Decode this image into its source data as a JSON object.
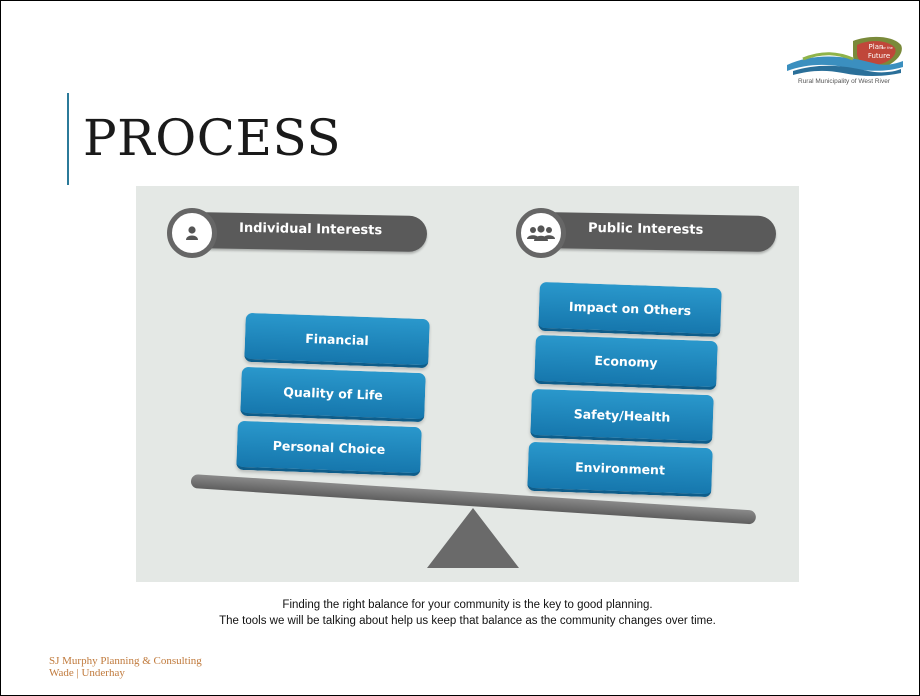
{
  "logo": {
    "line1": "Plan",
    "line2": "for the",
    "line3": "Future",
    "caption": "Rural Municipality of West River"
  },
  "title": "PROCESS",
  "left_group": {
    "header": "Individual Interests",
    "icon": "person-icon",
    "items": [
      "Financial",
      "Quality of Life",
      "Personal Choice"
    ]
  },
  "right_group": {
    "header": "Public Interests",
    "icon": "group-icon",
    "items": [
      "Impact on Others",
      "Economy",
      "Safety/Health",
      "Environment"
    ]
  },
  "caption": {
    "line1": "Finding the right balance for your community is the key to good planning.",
    "line2": "The tools we will be talking about help us keep that balance as the community changes over time."
  },
  "footer": {
    "line1": "SJ Murphy Planning & Consulting",
    "line2": "Wade | Underhay"
  },
  "colors": {
    "accent": "#2b7a99",
    "pill": "#1f88c0",
    "footer": "#c07a3c",
    "diagram_bg": "#e4e8e5"
  }
}
